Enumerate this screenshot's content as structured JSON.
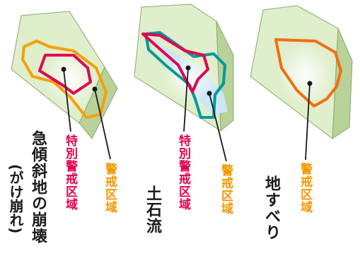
{
  "colors": {
    "special_zone": "#e3004f",
    "teal_zone": "#00999a",
    "warning_zone_slope": "#f5a000",
    "warning_zone_landslide": "#ef6f10",
    "special_zone_text": "#e3004f",
    "warning_zone_text": "#f39800",
    "terrain_fill": "#dfeecb",
    "terrain_side": "#b8d29a",
    "terrain_stroke": "#8aa86e",
    "flow_fill": "#cde6f6"
  },
  "panels": [
    {
      "id": "steep-slope",
      "title": "急傾斜地の崩壊",
      "subtitle": "(がけ崩れ)",
      "special_zone_label": "特別警戒区域",
      "warning_zone_label": "警戒区域"
    },
    {
      "id": "debris-flow",
      "title": "土石流",
      "special_zone_label": "特別警戒区域",
      "warning_zone_label": "警戒区域"
    },
    {
      "id": "landslide",
      "title": "地すべり",
      "warning_zone_label": "警戒区域"
    }
  ]
}
